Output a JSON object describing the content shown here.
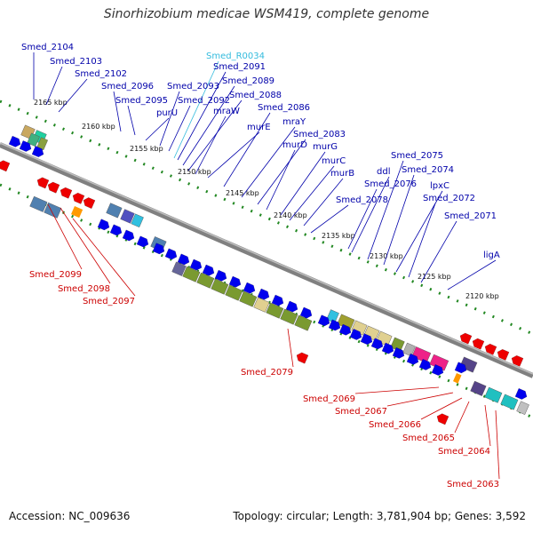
{
  "title": "Sinorhizobium medicae WSM419, complete genome",
  "footer": {
    "accession": "Accession: NC_009636",
    "summary": "Topology: circular; Length: 3,781,904 bp; Genes: 3,592"
  },
  "colors": {
    "forward_label": "#0000aa",
    "reverse_label": "#cc0000",
    "rna_label": "#33bbdd",
    "forward_arrow": "#0000ee",
    "reverse_arrow": "#ee0000",
    "backbone": "#808080",
    "dots": "#228822"
  },
  "ticks": [
    "2165 kbp",
    "2160 kbp",
    "2155 kbp",
    "2150 kbp",
    "2145 kbp",
    "2140 kbp",
    "2135 kbp",
    "2130 kbp",
    "2125 kbp",
    "2120 kbp"
  ],
  "forward_labels": [
    "Smed_2104",
    "Smed_2103",
    "Smed_2102",
    "Smed_2096",
    "Smed_2095",
    "purU",
    "Smed_2093",
    "Smed_2092",
    "Smed_2091",
    "Smed_2089",
    "Smed_2088",
    "mraW",
    "murE",
    "Smed_2086",
    "mraY",
    "Smed_2083",
    "murD",
    "murG",
    "murC",
    "murB",
    "Smed_2078",
    "Smed_2076",
    "ddl",
    "Smed_2075",
    "Smed_2074",
    "lpxC",
    "Smed_2072",
    "Smed_2071",
    "ligA"
  ],
  "rna_labels": [
    "Smed_R0034"
  ],
  "reverse_labels": [
    "Smed_2099",
    "Smed_2098",
    "Smed_2097",
    "Smed_2079",
    "Smed_2069",
    "Smed_2067",
    "Smed_2066",
    "Smed_2065",
    "Smed_2064",
    "Smed_2063"
  ]
}
